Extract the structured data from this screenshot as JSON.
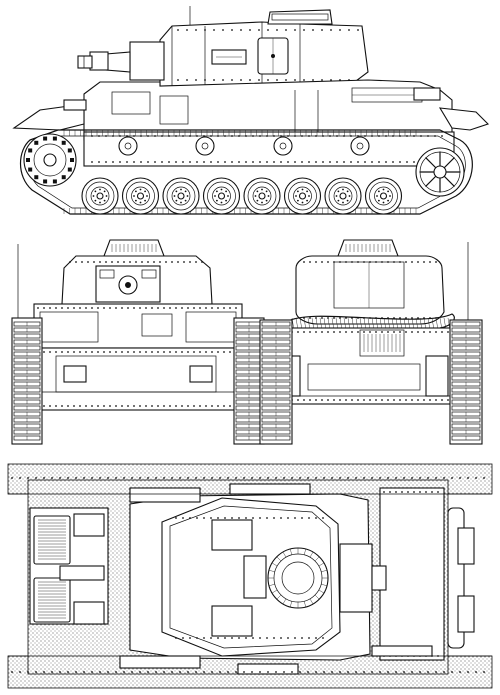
{
  "drawing": {
    "views": [
      {
        "id": "side",
        "label": ""
      },
      {
        "id": "front",
        "label": ""
      },
      {
        "id": "rear",
        "label": ""
      },
      {
        "id": "top",
        "label": ""
      }
    ],
    "side_view": {
      "road_wheels": 8,
      "return_rollers": 4
    },
    "colors": {
      "ink": "#111111",
      "paper": "#ffffff"
    }
  }
}
